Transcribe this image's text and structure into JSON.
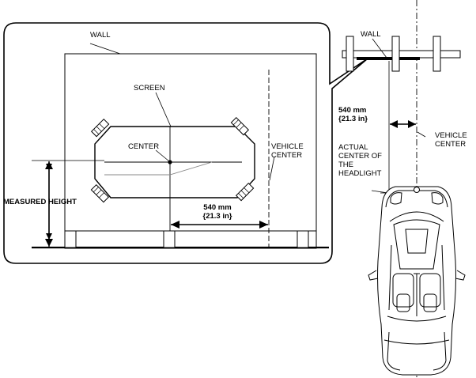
{
  "labels": {
    "wall_left": "WALL",
    "wall_right": "WALL",
    "screen": "SCREEN",
    "center": "CENTER",
    "vehicle_center_left": [
      "VEHICLE",
      "CENTER"
    ],
    "vehicle_center_right": [
      "VEHICLE",
      "CENTER"
    ],
    "measured_height": "MEASURED HEIGHT",
    "dim_left": [
      "540 mm",
      "{21.3 in}"
    ],
    "dim_right": [
      "540 mm",
      "{21.3 in}"
    ],
    "actual_center": [
      "ACTUAL",
      "CENTER OF",
      "THE",
      "HEADLIGHT"
    ]
  }
}
